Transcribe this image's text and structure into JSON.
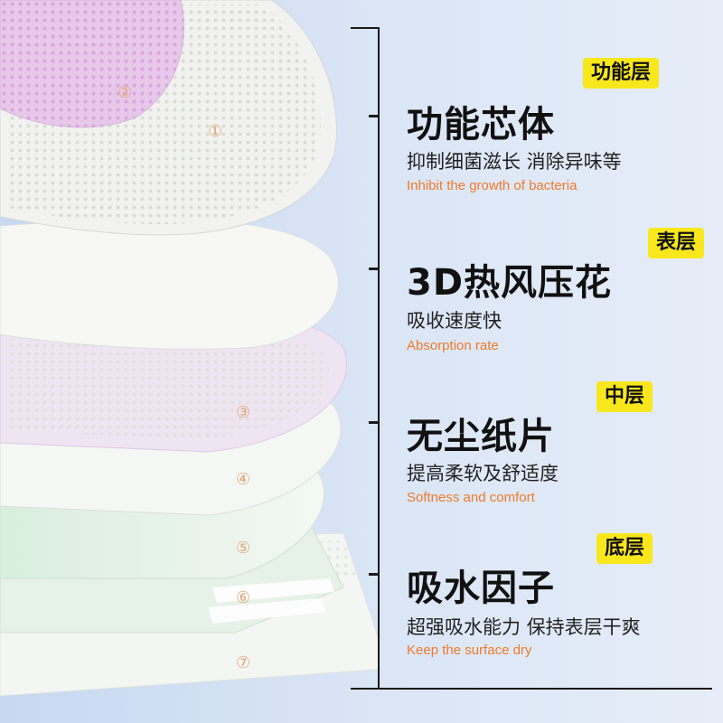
{
  "markers": [
    "②",
    "①",
    "③",
    "④",
    "⑤",
    "⑥",
    "⑦"
  ],
  "layers": [
    {
      "badge": "功能层",
      "title": "功能芯体",
      "desc": "抑制细菌滋长 消除异味等",
      "en": "Inhibit the growth of bacteria"
    },
    {
      "badge": "表层",
      "title": "3D热风压花",
      "desc": "吸收速度快",
      "en": "Absorption rate"
    },
    {
      "badge": "中层",
      "title": "无尘纸片",
      "desc": "提高柔软及舒适度",
      "en": "Softness and comfort"
    },
    {
      "badge": "底层",
      "title": "吸水因子",
      "desc": "超强吸水能力 保持表层干爽",
      "en": "Keep the surface dry"
    }
  ],
  "colors": {
    "accent_badge": "#f8e71c",
    "english_text": "#f07a2a",
    "marker": "#e0a77a"
  }
}
